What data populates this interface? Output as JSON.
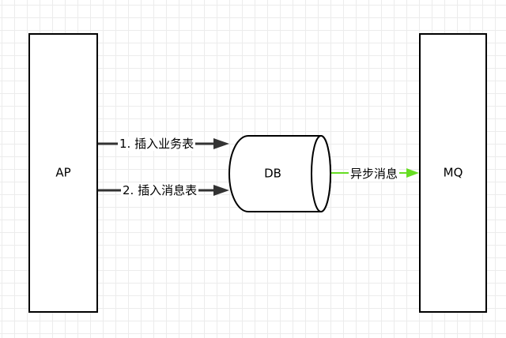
{
  "nodes": {
    "ap": {
      "label": "AP"
    },
    "db": {
      "label": "DB"
    },
    "mq": {
      "label": "MQ"
    }
  },
  "edges": {
    "insert_business": {
      "label": "1. 插入业务表"
    },
    "insert_message": {
      "label": "2. 插入消息表"
    },
    "async_message": {
      "label": "异步消息"
    }
  },
  "colors": {
    "stroke": "#000000",
    "edge": "#333333",
    "async_edge": "#66dd22",
    "grid": "#ececec",
    "background": "#ffffff"
  }
}
